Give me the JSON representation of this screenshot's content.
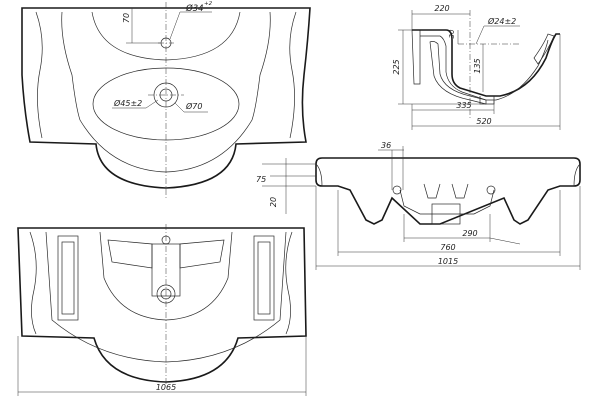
{
  "drawing": {
    "top_view": {
      "dim_tap_offset": "70",
      "dim_tap_hole": "Ø34",
      "dim_tap_hole_tol": "+2",
      "dim_drain_hole": "Ø45±2",
      "dim_drain_ring": "Ø70"
    },
    "side_section": {
      "dim_top_width": "220",
      "dim_overflow_hole": "Ø24±2",
      "dim_overflow_offset": "30",
      "dim_height": "225",
      "dim_bowl_height": "135",
      "dim_bowl_depth": "335",
      "dim_total_depth": "520"
    },
    "front_view": {
      "dim_36": "36",
      "dim_rim_height": "75",
      "dim_rim_thickness": "20",
      "dim_290": "290",
      "dim_760": "760",
      "dim_total_width": "1015"
    },
    "bottom_view": {
      "dim_total_width": "1065"
    }
  }
}
